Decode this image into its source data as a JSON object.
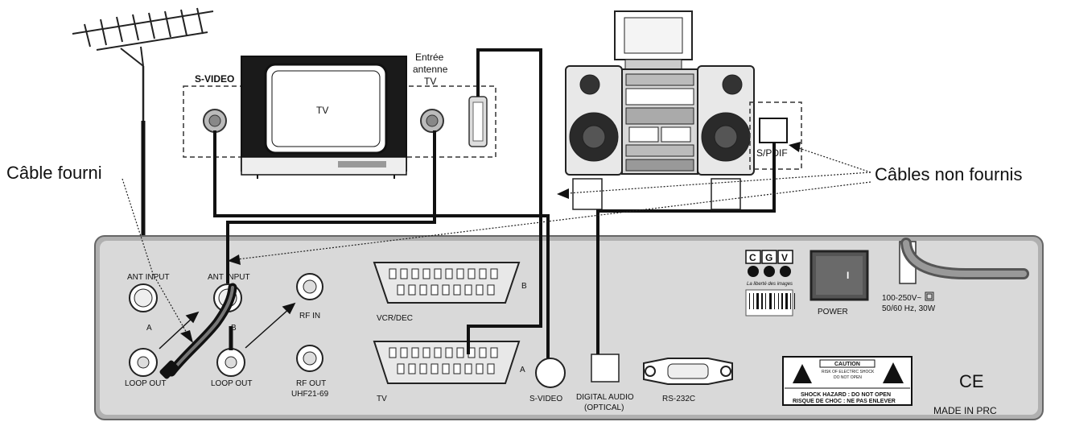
{
  "annotations": {
    "cable_supplied": "Câble fourni",
    "cables_not_supplied": "Câbles non fournis"
  },
  "tv_unit": {
    "svideo_label": "S-VIDEO",
    "tv_label": "TV",
    "antenna_label_line1": "Entrée",
    "antenna_label_line2": "antenne",
    "antenna_label_line3": "TV"
  },
  "audio_unit": {
    "spdif_label": "S/PDIF"
  },
  "receiver_panel": {
    "ant_input_a": "ANT INPUT",
    "ant_input_b": "ANT INPUT",
    "port_a": "A",
    "port_b": "B",
    "loop_out_a": "LOOP OUT",
    "loop_out_b": "LOOP OUT",
    "rf_in": "RF IN",
    "rf_out_line1": "RF OUT",
    "rf_out_line2": "UHF21-69",
    "scart_b_letter": "B",
    "scart_vcr_label": "VCR/DEC",
    "scart_a_letter": "A",
    "scart_tv_label": "TV",
    "svideo": "S-VIDEO",
    "digital_audio_line1": "DIGITAL  AUDIO",
    "digital_audio_line2": "(OPTICAL)",
    "rs232": "RS-232C",
    "logo_letters": [
      "C",
      "G",
      "V"
    ],
    "logo_tagline": "La liberté des images",
    "power_label": "POWER",
    "power_switch_mark": "I",
    "power_spec_line1": "100-250V~",
    "power_spec_line2": "50/60 Hz, 30W",
    "caution_title": "CAUTION",
    "caution_line1": "RISK OF ELECTRIC SHOCK",
    "caution_line2": "DO NOT OPEN",
    "shock_line1": "SHOCK HAZARD : DO NOT OPEN",
    "shock_line2": "RISQUE DE CHOC : NE PAS ENLEVER",
    "ce_mark": "CE",
    "made_in": "MADE IN PRC"
  }
}
